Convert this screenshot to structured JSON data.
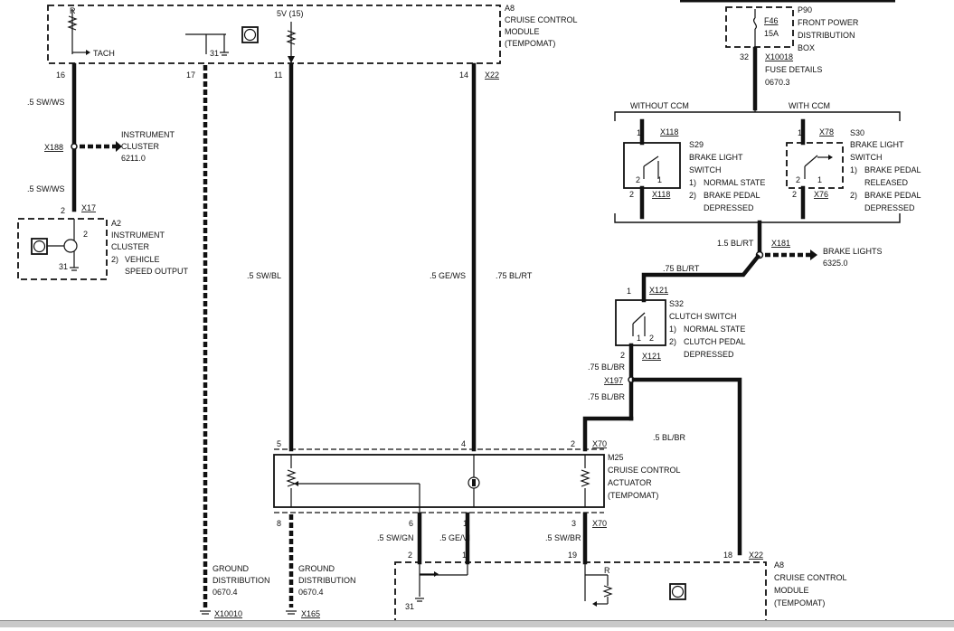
{
  "modules": {
    "a8_top": {
      "id": "A8",
      "name_line1": "CRUISE CONTROL",
      "name_line2": "MODULE",
      "name_line3": "(TEMPOMAT)"
    },
    "a8_bottom": {
      "id": "A8",
      "name_line1": "CRUISE CONTROL",
      "name_line2": "MODULE",
      "name_line3": "(TEMPOMAT)"
    },
    "a2": {
      "id": "A2",
      "name_line1": "INSTRUMENT",
      "name_line2": "CLUSTER",
      "note_num": "2)",
      "note_line1": "VEHICLE",
      "note_line2": "SPEED OUTPUT"
    },
    "p90": {
      "id": "P90",
      "name_line1": "FRONT POWER",
      "name_line2": "DISTRIBUTION",
      "name_line3": "BOX",
      "fuse_id": "F46",
      "fuse_rating": "15A"
    },
    "m25": {
      "id": "M25",
      "name_line1": "CRUISE CONTROL",
      "name_line2": "ACTUATOR",
      "name_line3": "(TEMPOMAT)"
    },
    "s29": {
      "id": "S29",
      "name_line1": "BRAKE LIGHT",
      "name_line2": "SWITCH",
      "state1_num": "1)",
      "state1": "NORMAL STATE",
      "state2_num": "2)",
      "state2_line1": "BRAKE PEDAL",
      "state2_line2": "DEPRESSED"
    },
    "s30": {
      "id": "S30",
      "name_line1": "BRAKE LIGHT",
      "name_line2": "SWITCH",
      "state1_num": "1)",
      "state1_line1": "BRAKE PEDAL",
      "state1_line2": "RELEASED",
      "state2_num": "2)",
      "state2_line1": "BRAKE PEDAL",
      "state2_line2": "DEPRESSED"
    },
    "s32": {
      "id": "S32",
      "name": "CLUTCH SWITCH",
      "state1_num": "1)",
      "state1": "NORMAL STATE",
      "state2_num": "2)",
      "state2_line1": "CLUTCH PEDAL",
      "state2_line2": "DEPRESSED"
    }
  },
  "variants": {
    "without": "WITHOUT CCM",
    "with": "WITH CCM"
  },
  "top_labels": {
    "r": "R",
    "tach": "TACH",
    "five_v": "5V (15)",
    "ground_31": "31"
  },
  "pins": {
    "a8_top": [
      "16",
      "17",
      "11",
      "14"
    ],
    "a8_bottom": [
      "2",
      "1",
      "19",
      "18"
    ],
    "a2": [
      "2",
      "2",
      "31"
    ],
    "p90": "32",
    "m25_top": [
      "5",
      "4",
      "2"
    ],
    "m25_bottom": [
      "8",
      "6",
      "1",
      "3"
    ],
    "s29": [
      "1",
      "2",
      "2",
      "1"
    ],
    "s30": [
      "1",
      "2",
      "2",
      "1"
    ],
    "s32": [
      "1",
      "2",
      "1",
      "2"
    ],
    "a8_bottom_r": "R",
    "a8_bottom_31": "31"
  },
  "connectors": {
    "x22": "X22",
    "x188": "X188",
    "x17": "X17",
    "x10018": "X10018",
    "x118_top": "X118",
    "x118_bottom": "X118",
    "x78_top": "X78",
    "x76": "X76",
    "x181": "X181",
    "x121_top": "X121",
    "x121_bottom": "X121",
    "x197": "X197",
    "x70_top": "X70",
    "x70_bottom": "X70",
    "x22_bottom": "X22",
    "x10010": "X10010",
    "x165": "X165"
  },
  "wires": {
    "sw_ws_1": ".5 SW/WS",
    "sw_ws_2": ".5 SW/WS",
    "sw_bl": ".5 SW/BL",
    "ge_ws": ".5 GE/WS",
    "bl_rt_075": ".75 BL/RT",
    "bl_rt_16": "1.5 BL/RT",
    "bl_rt_075_b": ".75 BL/RT",
    "bl_br_075_a": ".75 BL/BR",
    "bl_br_075_b": ".75 BL/BR",
    "bl_br_05": ".5 BL/BR",
    "sw_gn": ".5 SW/GN",
    "ge_vi": ".5 GE/VI",
    "sw_br": ".5 SW/BR"
  },
  "references": {
    "instrument_cluster_line1": "INSTRUMENT",
    "instrument_cluster_line2": "CLUSTER",
    "instrument_cluster_ref": "6211.0",
    "fuse_details_line1": "FUSE DETAILS",
    "fuse_details_ref": "0670.3",
    "brake_lights": "BRAKE LIGHTS",
    "brake_lights_ref": "6325.0",
    "gnd1_line1": "GROUND",
    "gnd1_line2": "DISTRIBUTION",
    "gnd1_ref": "0670.4",
    "gnd2_line1": "GROUND",
    "gnd2_line2": "DISTRIBUTION",
    "gnd2_ref": "0670.4"
  }
}
